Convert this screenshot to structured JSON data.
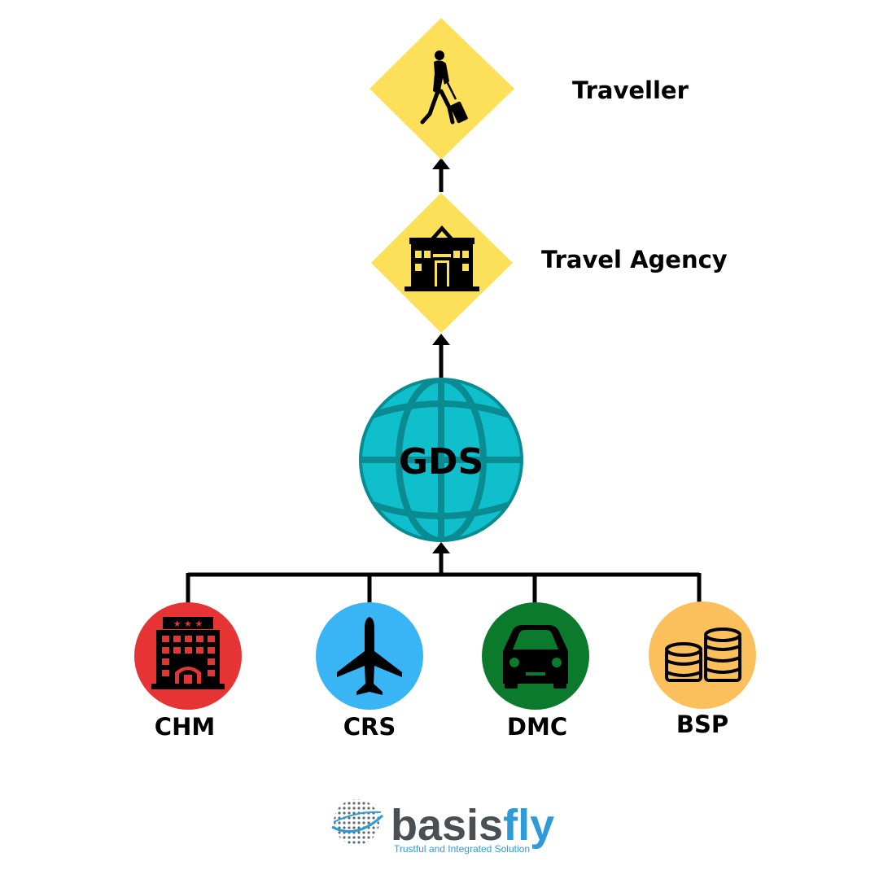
{
  "nodes": {
    "traveller": {
      "label": "Traveller",
      "icon": "walking-traveller-icon"
    },
    "travel_agency": {
      "label": "Travel Agency",
      "icon": "agency-building-icon"
    },
    "gds": {
      "label": "GDS",
      "icon": "globe-icon"
    },
    "sources": [
      {
        "label": "CHM",
        "icon": "hotel-icon",
        "color": "#e63333"
      },
      {
        "label": "CRS",
        "icon": "airplane-icon",
        "color": "#39b5f5"
      },
      {
        "label": "DMC",
        "icon": "car-icon",
        "color": "#0b7a2c"
      },
      {
        "label": "BSP",
        "icon": "coins-icon",
        "color": "#fbbf5c"
      }
    ]
  },
  "colors": {
    "diamond": "#fde05a",
    "globe": "#0fc0cc",
    "globe_lines": "#0a8b92",
    "connector": "#000000"
  },
  "logo": {
    "name_part1": "basis",
    "name_part2": "fly",
    "tagline": "Trustful and Integrated Solution",
    "accent": "#2e9ad8"
  }
}
